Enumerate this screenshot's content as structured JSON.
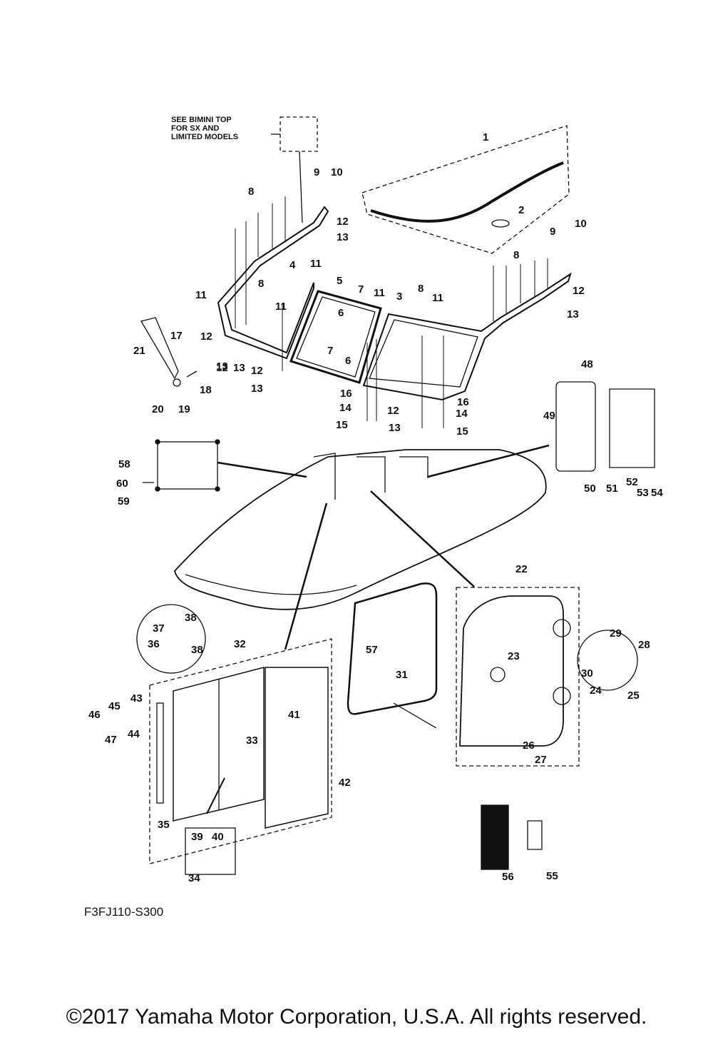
{
  "note_lines": [
    "SEE BIMINI TOP",
    "FOR SX AND",
    "LIMITED MODELS"
  ],
  "part_code": "F3FJ110-S300",
  "copyright": "©2017 Yamaha Motor Corporation, U.S.A. All rights reserved.",
  "callouts": [
    "1",
    "2",
    "3",
    "4",
    "5",
    "6",
    "6",
    "7",
    "7",
    "8",
    "8",
    "8",
    "8",
    "9",
    "9",
    "10",
    "10",
    "11",
    "11",
    "11",
    "11",
    "11",
    "12",
    "12",
    "12",
    "12",
    "12",
    "12",
    "13",
    "13",
    "13",
    "13",
    "13",
    "13",
    "14",
    "14",
    "15",
    "15",
    "16",
    "16",
    "17",
    "18",
    "19",
    "20",
    "21",
    "22",
    "23",
    "24",
    "25",
    "26",
    "27",
    "28",
    "29",
    "30",
    "31",
    "32",
    "33",
    "34",
    "35",
    "36",
    "37",
    "38",
    "38",
    "39",
    "40",
    "41",
    "42",
    "43",
    "44",
    "45",
    "46",
    "47",
    "48",
    "49",
    "50",
    "51",
    "52",
    "53",
    "54",
    "55",
    "56",
    "57",
    "58",
    "59",
    "60"
  ],
  "colors": {
    "ink": "#111111",
    "paper": "#ffffff"
  }
}
